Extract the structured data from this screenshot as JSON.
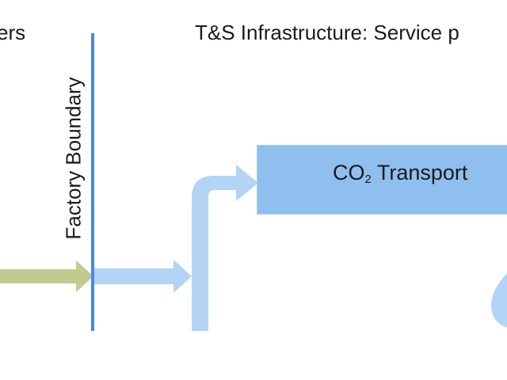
{
  "headings": {
    "left": "ers",
    "right": "T&S Infrastructure: Service p"
  },
  "boundary": {
    "label": "Factory Boundary"
  },
  "transport": {
    "label_prefix": "CO",
    "label_sub": "2",
    "label_suffix": " Transport"
  },
  "colors": {
    "flow_arrow": "#b3d4f4",
    "transport_box": "#8fbfee",
    "factory_arrow": "#c3ca90",
    "boundary_line": "#4a86e8"
  }
}
